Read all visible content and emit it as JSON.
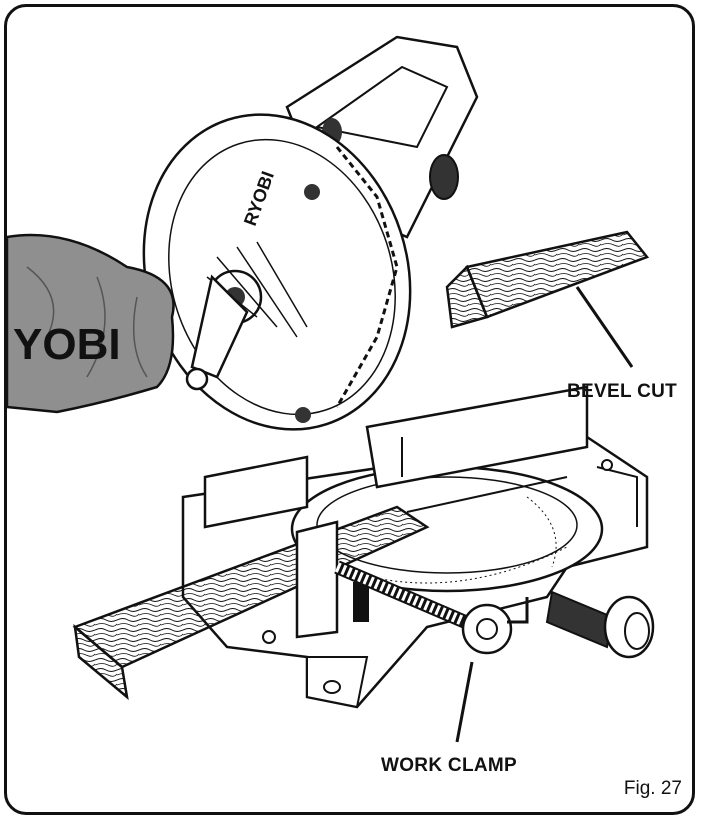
{
  "figure": {
    "label": "Fig. 27"
  },
  "callouts": {
    "bevel_cut": "BEVEL CUT",
    "work_clamp": "WORK CLAMP"
  },
  "brand": {
    "bag_logo": "YOBI",
    "blade_guard_logo": "RYOBI"
  }
}
